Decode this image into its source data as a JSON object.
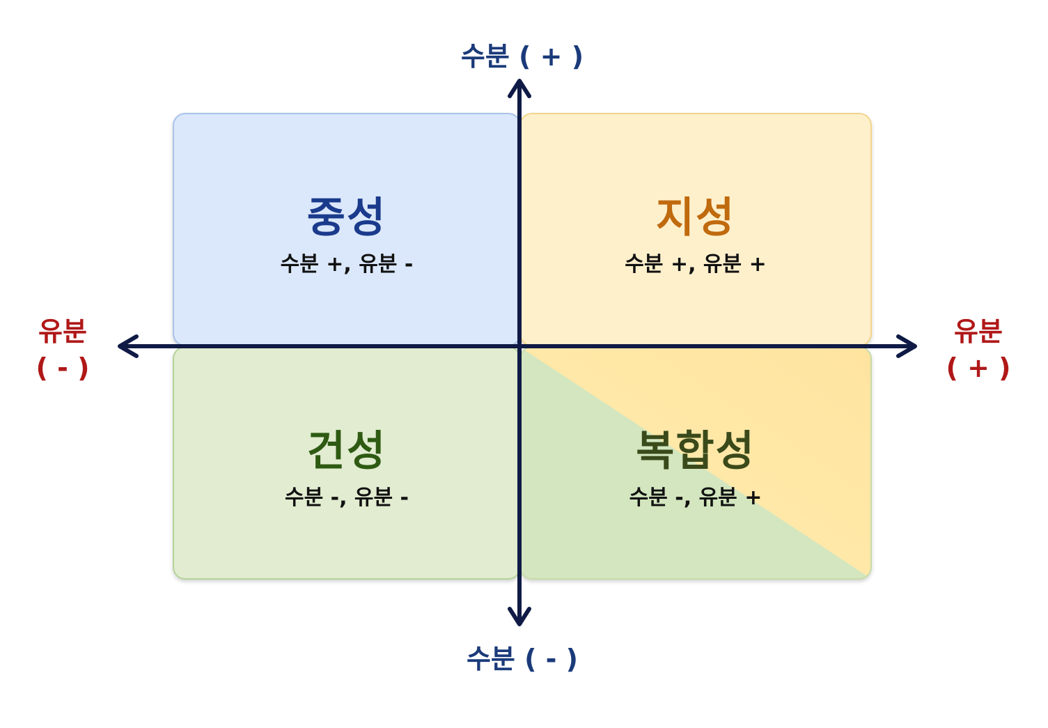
{
  "axes": {
    "top_label": "수분 ( + )",
    "bottom_label": "수분 ( - )",
    "left_label_line1": "유분",
    "left_label_line2": "( - )",
    "right_label_line1": "유분",
    "right_label_line2": "( + )",
    "axis_color": "#0f1a45"
  },
  "quadrants": {
    "top_left": {
      "title": "중성",
      "subtitle": "수분 +, 유분 -",
      "title_color": "#1a3a8c"
    },
    "top_right": {
      "title": "지성",
      "subtitle": "수분 +, 유분 +",
      "title_color": "#c06a0e"
    },
    "bottom_left": {
      "title": "건성",
      "subtitle": "수분 -, 유분 -",
      "title_color": "#2e5a12"
    },
    "bottom_right": {
      "title": "복합성",
      "subtitle": "수분 -, 유분 +",
      "title_color": "#3a4a1a"
    }
  }
}
